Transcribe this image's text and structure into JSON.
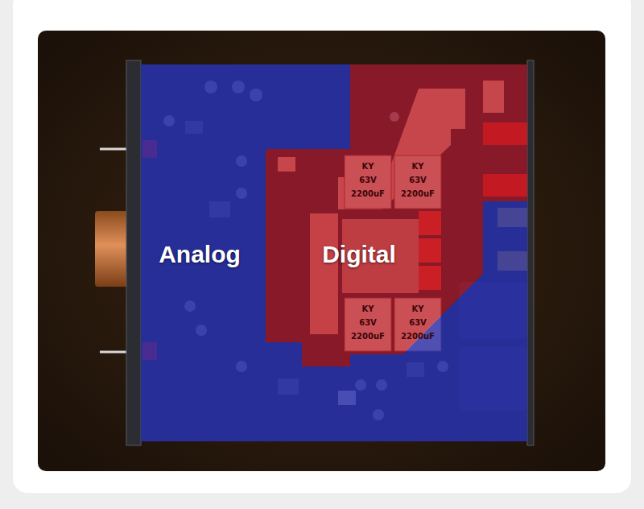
{
  "diagram": {
    "nodes": [
      {
        "text": [
          "Analog"
        ]
      },
      {
        "text": [
          "Digital"
        ]
      }
    ],
    "labels": [
      "KY",
      "63V",
      "2200uF",
      "KY",
      "63V",
      "2200uF",
      "KY",
      "63V",
      "2200uF",
      "KY",
      "63V",
      "2200uF"
    ]
  }
}
